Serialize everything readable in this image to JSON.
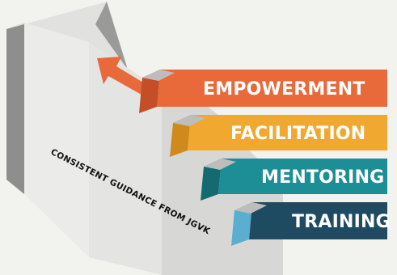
{
  "steps": [
    {
      "label": "EMPOWERMENT",
      "color": "#e8693a",
      "shade": "#c44f26"
    },
    {
      "label": "FACILITATION",
      "color": "#f0a830",
      "shade": "#d08a1c"
    },
    {
      "label": "MENTORING",
      "color": "#1e8e96",
      "shade": "#146a70"
    },
    {
      "label": "TRAINING",
      "color": "#1f4b62",
      "shade": "#5aaed0"
    }
  ],
  "guidance_text": "CONSISTENT GUIDANCE FROM JGVK",
  "colors": {
    "background": "#f2f3ef",
    "stair_light": "#e9e9e7",
    "stair_mid": "#c9c9c7",
    "stair_dark": "#8e8e8d",
    "arrow_orange": "#e8693a"
  }
}
